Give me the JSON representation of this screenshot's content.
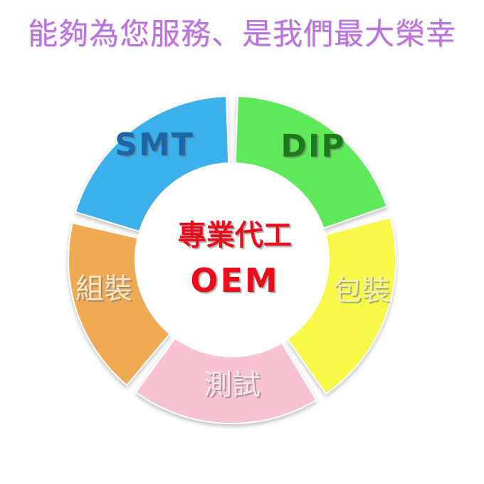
{
  "headline": "能夠為您服務、是我們最大榮幸",
  "center": {
    "line1": "專業代工",
    "line2": "OEM"
  },
  "segments": [
    {
      "id": "smt",
      "label": "SMT",
      "fill": "#3bb0ea",
      "text_color": "#1a66a8"
    },
    {
      "id": "dip",
      "label": "DIP",
      "fill": "#5ee85a",
      "text_color": "#1f7a1f"
    },
    {
      "id": "packaging",
      "label": "包裝",
      "fill": "#f8f84a",
      "text_color": "#f2f2b0"
    },
    {
      "id": "testing",
      "label": "測試",
      "fill": "#f7c2d2",
      "text_color": "#fbe6ee"
    },
    {
      "id": "assembly",
      "label": "組裝",
      "fill": "#f0aa52",
      "text_color": "#fbe6c8"
    }
  ],
  "colors": {
    "headline": "#b974d9",
    "center_text": "#e8111e",
    "hub": "#ffffff"
  }
}
